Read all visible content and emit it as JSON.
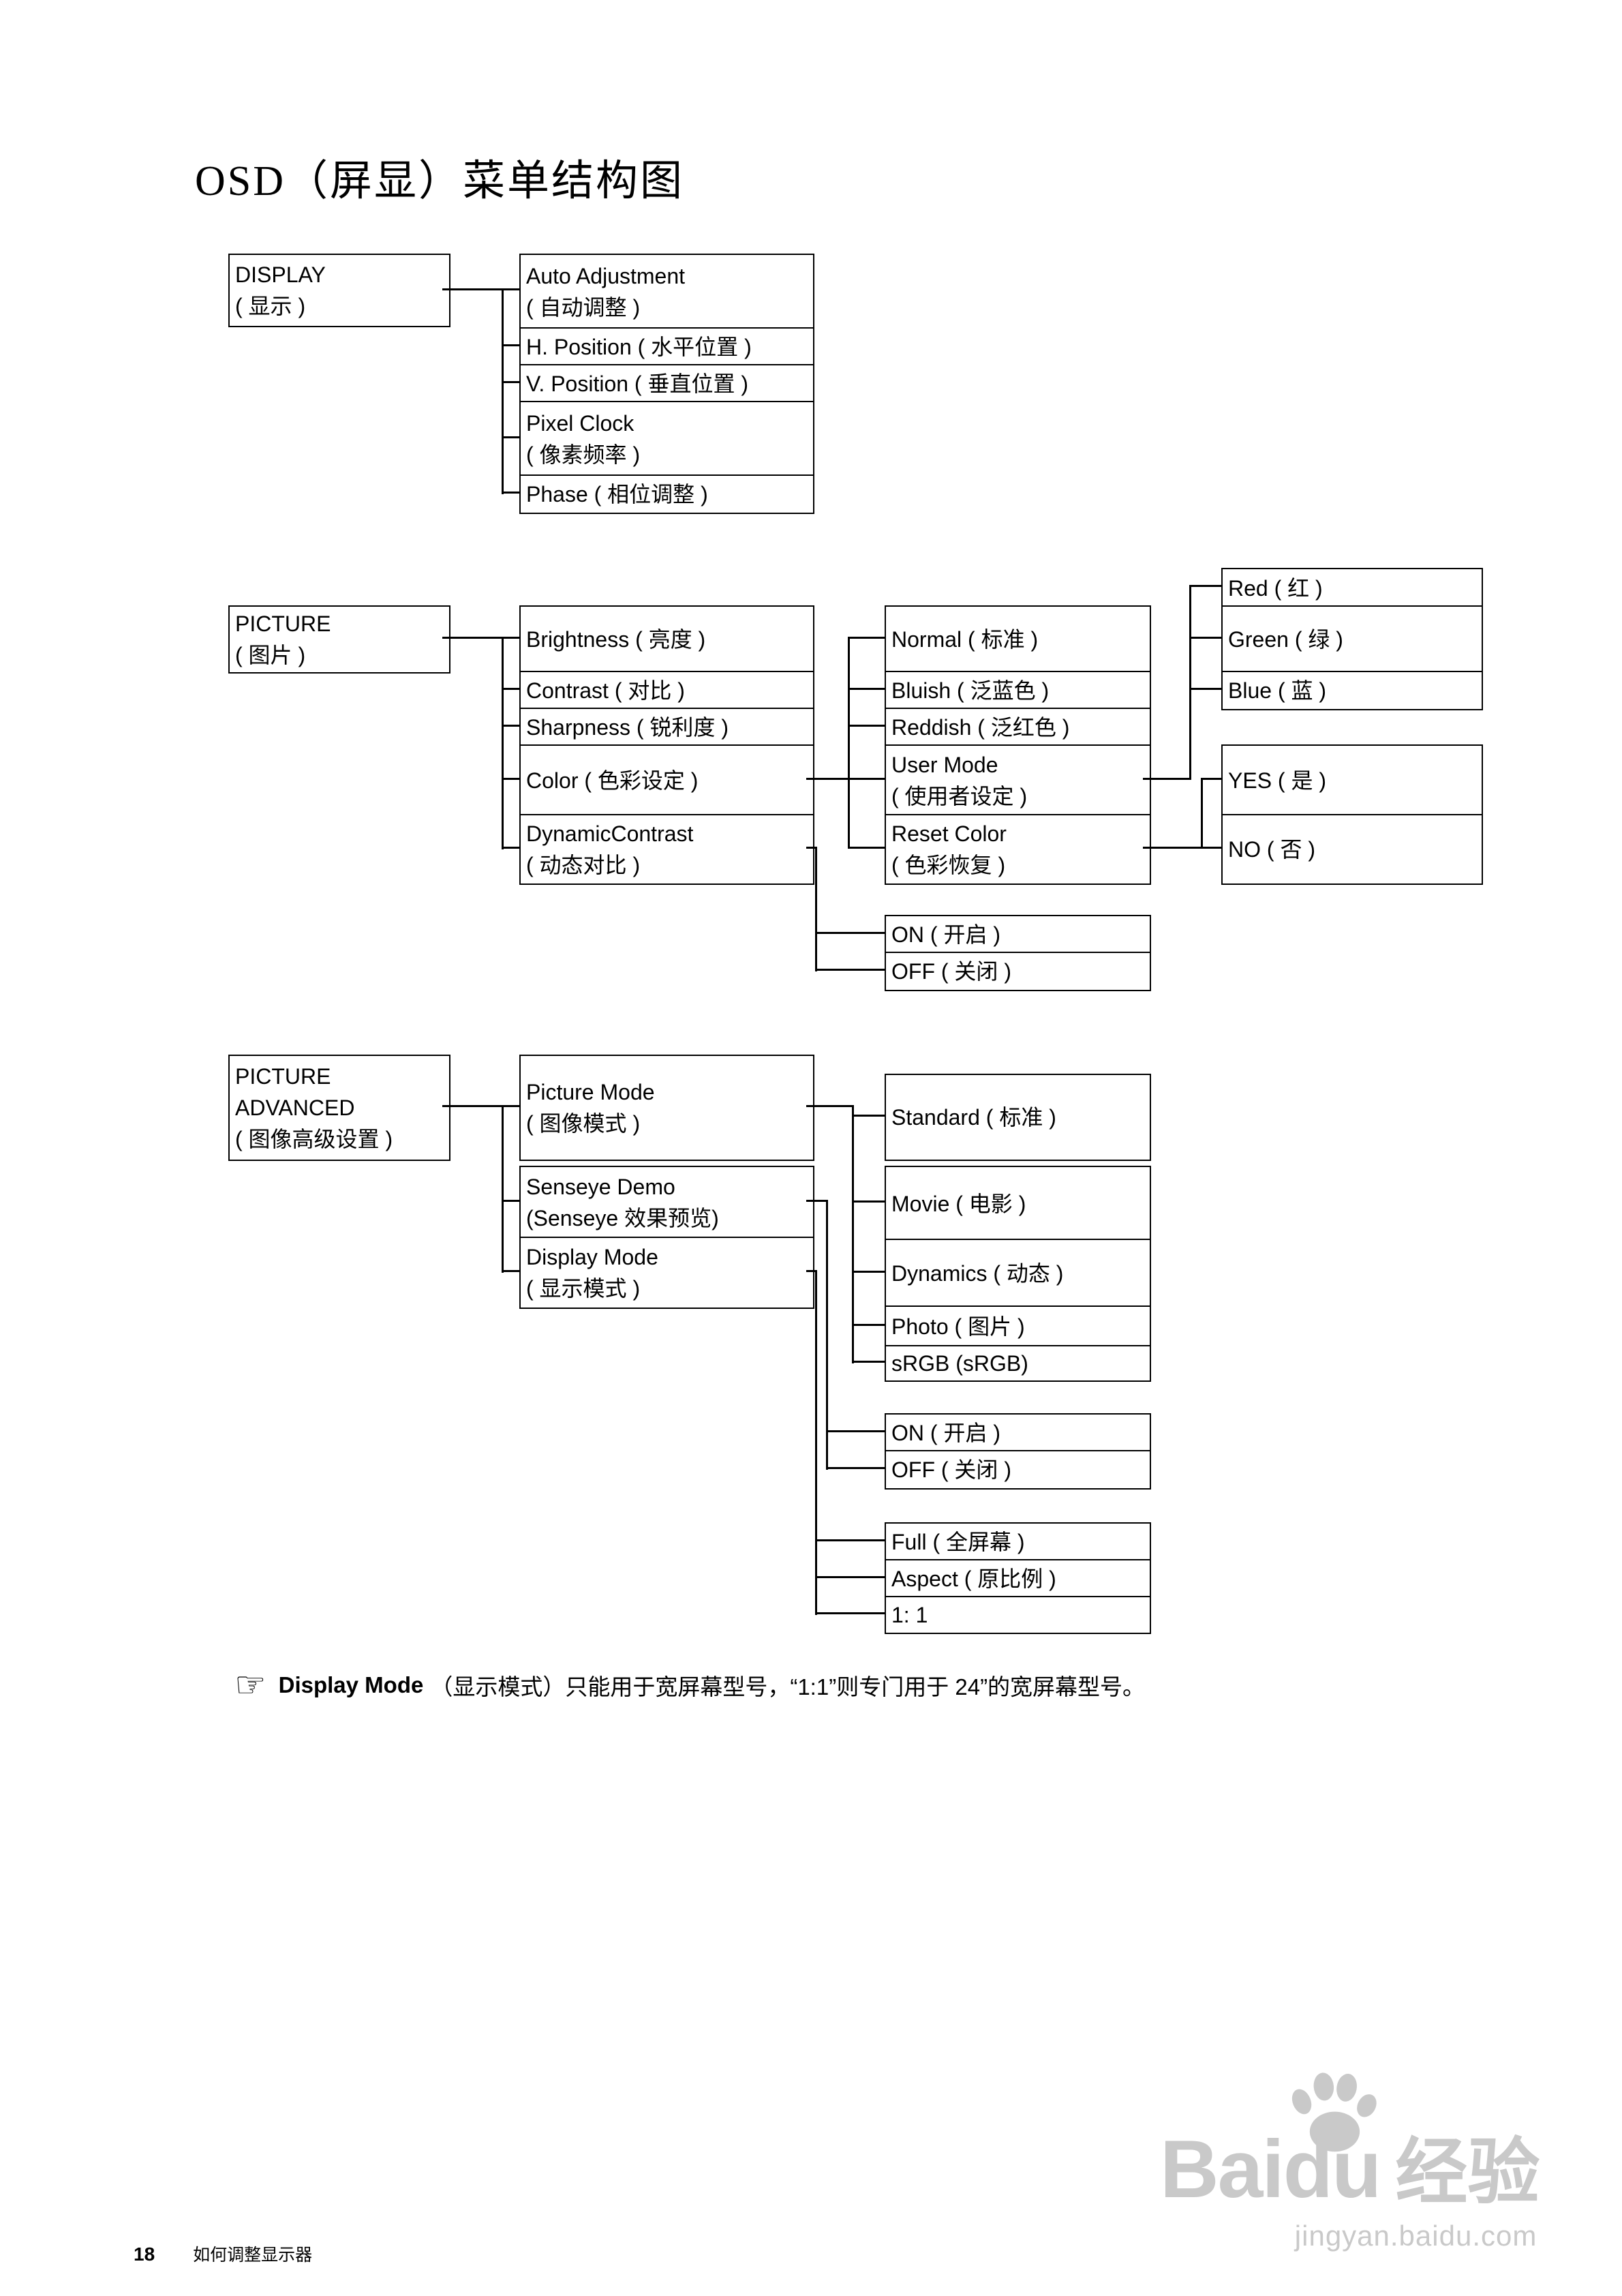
{
  "page": {
    "title": "OSD（屏显）菜单结构图",
    "note": {
      "icon_glyph": "☞",
      "bold": "Display Mode",
      "text": "（显示模式）只能用于宽屏幕型号，“1:1”则专门用于 24”的宽屏幕型号。"
    },
    "footer": {
      "page_number": "18",
      "label": "如何调整显示器"
    },
    "watermark": {
      "brand_en": "Baidu",
      "brand_cn": "经验",
      "url": "jingyan.baidu.com"
    },
    "colors": {
      "ink": "#000000",
      "watermark": "#c9c9c9"
    }
  },
  "nodes": {
    "display": [
      "DISPLAY",
      "( 显示 )"
    ],
    "auto_adjustment": [
      "Auto Adjustment",
      "( 自动调整 )"
    ],
    "h_position": [
      "H. Position ( 水平位置 )"
    ],
    "v_position": [
      "V. Position ( 垂直位置 )"
    ],
    "pixel_clock": [
      "Pixel Clock",
      "( 像素频率 )"
    ],
    "phase": [
      "Phase ( 相位调整 )"
    ],
    "picture": [
      "PICTURE",
      "( 图片 )"
    ],
    "brightness": [
      "Brightness ( 亮度 )"
    ],
    "contrast": [
      "Contrast ( 对比 )"
    ],
    "sharpness": [
      "Sharpness ( 锐利度 )"
    ],
    "color": [
      "Color ( 色彩设定 )"
    ],
    "dynamic_contrast": [
      "DynamicContrast",
      "( 动态对比 )"
    ],
    "normal": [
      "Normal ( 标准 )"
    ],
    "bluish": [
      "Bluish ( 泛蓝色 )"
    ],
    "reddish": [
      "Reddish ( 泛红色 )"
    ],
    "user_mode": [
      "User Mode",
      "( 使用者设定 )"
    ],
    "reset_color": [
      "Reset Color",
      "( 色彩恢复 )"
    ],
    "red": [
      "Red ( 红 )"
    ],
    "green": [
      "Green ( 绿 )"
    ],
    "blue": [
      "Blue ( 蓝 )"
    ],
    "yes": [
      "YES ( 是 )"
    ],
    "no": [
      "NO ( 否 )"
    ],
    "dc_on": [
      "ON ( 开启 )"
    ],
    "dc_off": [
      "OFF ( 关闭 )"
    ],
    "picture_advanced": [
      "PICTURE",
      "ADVANCED",
      "( 图像高级设置 )"
    ],
    "picture_mode": [
      "Picture Mode",
      "( 图像模式 )"
    ],
    "senseye_demo": [
      "Senseye Demo",
      "(Senseye 效果预览)"
    ],
    "display_mode": [
      "Display Mode",
      "( 显示模式 )"
    ],
    "standard": [
      "Standard ( 标准 )"
    ],
    "movie": [
      "Movie ( 电影 )"
    ],
    "dynamics": [
      "Dynamics ( 动态 )"
    ],
    "photo": [
      "Photo ( 图片 )"
    ],
    "srgb": [
      "sRGB (sRGB)"
    ],
    "sd_on": [
      "ON ( 开启 )"
    ],
    "sd_off": [
      "OFF ( 关闭 )"
    ],
    "full": [
      "Full ( 全屏幕 )"
    ],
    "aspect": [
      "Aspect ( 原比例 )"
    ],
    "one_to_one": [
      "1: 1"
    ]
  }
}
